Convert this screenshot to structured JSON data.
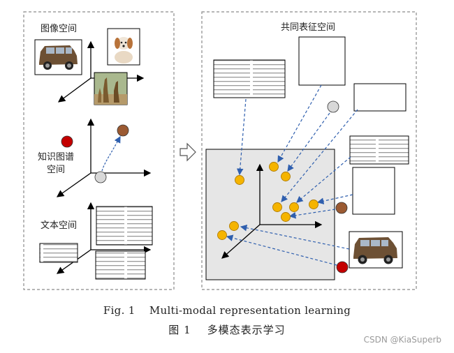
{
  "left_panel": {
    "image_space_label": "图像空间",
    "kg_space_label_line1": "知识图谱",
    "kg_space_label_line2": "空间",
    "text_space_label": "文本空间"
  },
  "right_panel": {
    "title": "共同表征空间"
  },
  "caption": {
    "english": "Fig. 1    Multi-modal representation learning",
    "chinese": "图 1    多模态表示学习"
  },
  "watermark": "CSDN @KiaSuperb",
  "colors": {
    "dashed_border": "#8a8a8a",
    "embedding_point": "#f5b400",
    "kg_red_node": "#c40000",
    "kg_brown_node": "#9b5a32",
    "kg_gray_node": "#d8d8d8",
    "arrow_blue": "#2f5fae",
    "shared_box_fill": "#e6e6e6"
  },
  "icons": [
    "car-image",
    "puppy-image",
    "giraffe-image",
    "text-document"
  ]
}
